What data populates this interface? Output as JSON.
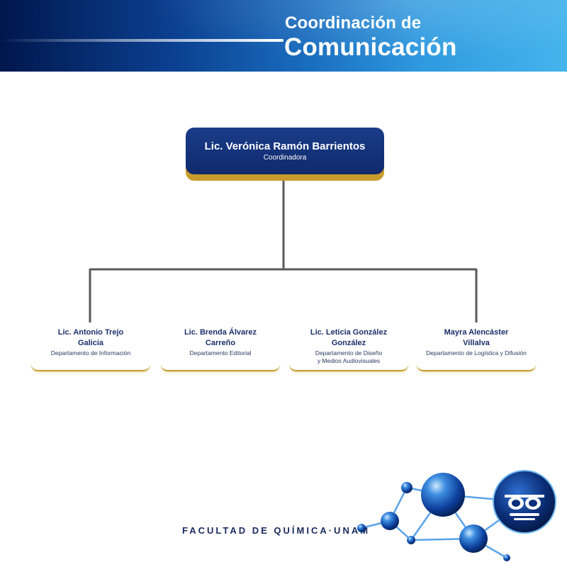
{
  "header": {
    "title_line1": "Coordinación de",
    "title_line2": "Comunicación"
  },
  "root": {
    "name": "Lic. Verónica Ramón Barrientos",
    "role": "Coordinadora"
  },
  "children": [
    {
      "name_lines": [
        "Lic. Antonio Trejo",
        "Galicia"
      ],
      "dept_lines": [
        "Departamento de Información"
      ]
    },
    {
      "name_lines": [
        "Lic. Brenda Álvarez",
        "Carreño"
      ],
      "dept_lines": [
        "Departamento Editorial"
      ]
    },
    {
      "name_lines": [
        "Lic. Leticia González",
        "González"
      ],
      "dept_lines": [
        "Departamento de Diseño",
        "y Medios Audiovisuales"
      ]
    },
    {
      "name_lines": [
        "Mayra Alencáster",
        "Villalva"
      ],
      "dept_lines": [
        "Departamento de Logística y Difusión"
      ]
    }
  ],
  "footer": {
    "institution": "FACULTAD DE QUÍMICA·UNAM"
  },
  "colors": {
    "navy": "#0f2a6c",
    "gold": "#c89c2a",
    "connector": "#5a5a5a",
    "header_left": "#00174d",
    "header_right": "#45b4ec"
  },
  "icons": {
    "logo": "owl-glasses-logo-icon",
    "decoration": "molecule-network-icon"
  }
}
